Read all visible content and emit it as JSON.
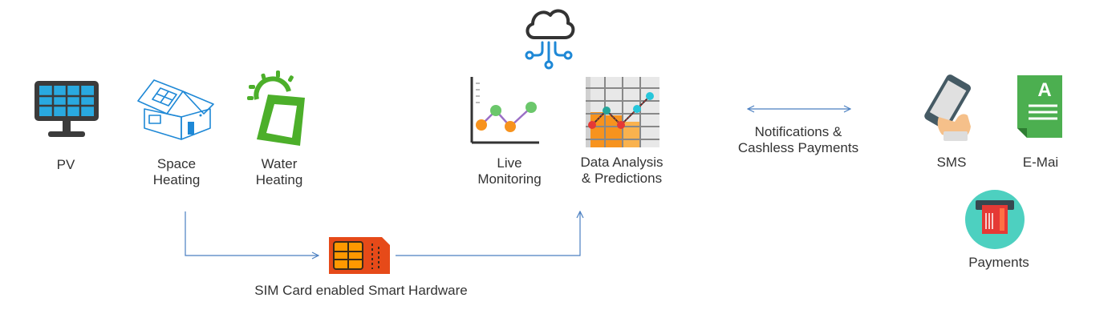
{
  "labels": {
    "pv": "PV",
    "space_heating": [
      "Space",
      "Heating"
    ],
    "water_heating": [
      "Water",
      "Heating"
    ],
    "live_monitoring": [
      "Live",
      "Monitoring"
    ],
    "data_analysis": [
      "Data Analysis",
      "& Predictions"
    ],
    "notifications": [
      "Notifications &",
      "Cashless Payments"
    ],
    "sms": "SMS",
    "email": "E-Mai",
    "payments": "Payments",
    "sim": "SIM Card enabled Smart Hardware"
  },
  "colors": {
    "arrow": "#4a7fc1",
    "icon_dark": "#333333",
    "solar_cell": "#29a9e0",
    "house_outline": "#1e88d6",
    "water_green": "#4caf2a",
    "chart_orange": "#f7931e",
    "chart_green": "#6bc76b",
    "chart_purple": "#9b6fc6",
    "chart_red": "#e53935",
    "chart_teal": "#26c6da",
    "cloud_blue": "#1e88d6",
    "sim_red": "#e64a19",
    "sim_orange": "#ff9800",
    "phone_dark": "#455a64",
    "email_green": "#4caf50",
    "payment_teal": "#4dd0c0"
  },
  "icons": [
    "solar-panel-icon",
    "house-icon",
    "sun-panel-icon",
    "cloud-icon",
    "line-chart-icon",
    "data-grid-icon",
    "phone-icon",
    "document-icon",
    "payment-icon",
    "sim-card-icon"
  ]
}
